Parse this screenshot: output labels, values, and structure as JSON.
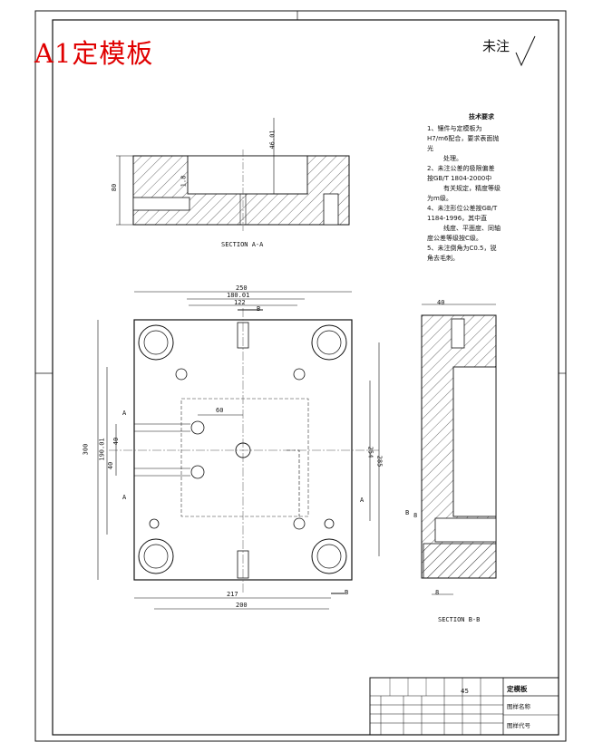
{
  "title_mark": "A1定模板",
  "surface_note": "未注",
  "tech_requirements": {
    "heading": "技术要求",
    "lines": [
      "1、镶件与定模板为",
      "H7/m6配合，要求表面抛",
      "光",
      "处理。",
      "2、未注公差的极限偏差",
      "按GB/T 1804-2000中",
      "有关规定，精度等级",
      "为m级。",
      "4、未注形位公差按GB/T",
      "1184-1996，其中直",
      "线度、平面度、同轴",
      "度公差等级按C级。",
      "5、未注倒角为C0.5，锐",
      "角去毛刺。"
    ]
  },
  "section_labels": {
    "aa": "SECTION A-A",
    "bb": "SECTION B-B"
  },
  "dimensions": {
    "aa_height": "80",
    "aa_depth": "46.01",
    "aa_small": "1.8",
    "plan_width": "250",
    "plan_inner": "180.01",
    "plan_122": "122",
    "plan_height": "300",
    "plan_190": "190.01",
    "plan_40a": "40",
    "plan_40b": "40",
    "plan_60": "60",
    "plan_217": "217",
    "plan_200": "200",
    "plan_254": "254",
    "plan_285": "285",
    "bb_width": "40",
    "bb_8a": "8",
    "bb_8b": "8"
  },
  "cut_marks": {
    "a": "A",
    "b": "B"
  },
  "title_block": {
    "part_name": "定模板",
    "drawing_name": "图样名称",
    "drawing_code": "图样代号",
    "scale": "45"
  }
}
